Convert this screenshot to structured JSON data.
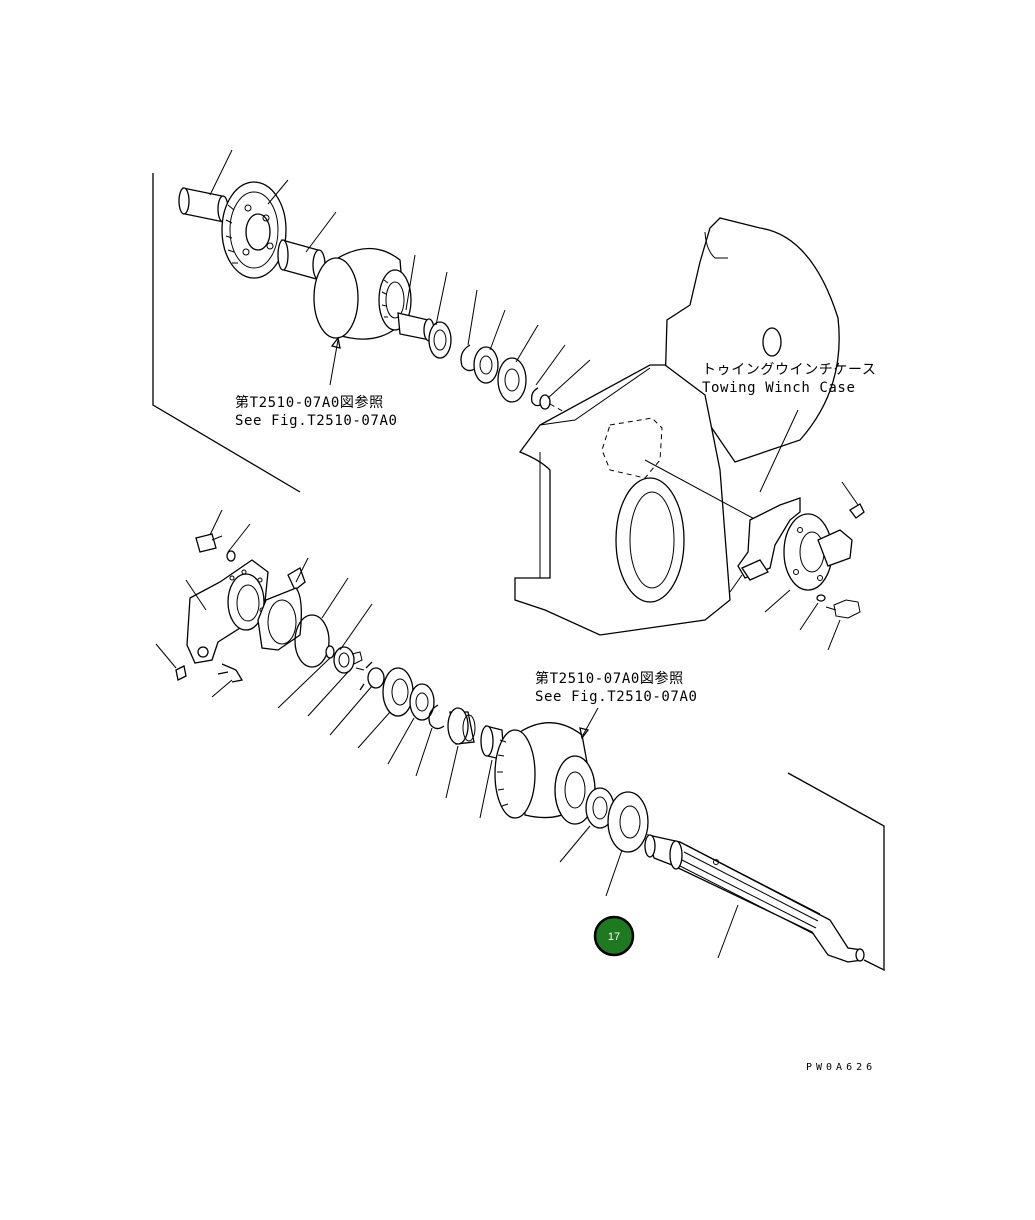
{
  "labels": {
    "winch_case_jp": "トゥイングウインチケース",
    "winch_case_en": "Towing Winch Case",
    "ref_upper_jp": "第T2510-07A0図参照",
    "ref_upper_en": "See Fig.T2510-07A0",
    "ref_lower_jp": "第T2510-07A0図参照",
    "ref_lower_en": "See Fig.T2510-07A0",
    "drawing_code": "PW0A626"
  },
  "badge": {
    "number": "17",
    "fill_color": "#1e7a1e",
    "ring_color": "#000000"
  }
}
